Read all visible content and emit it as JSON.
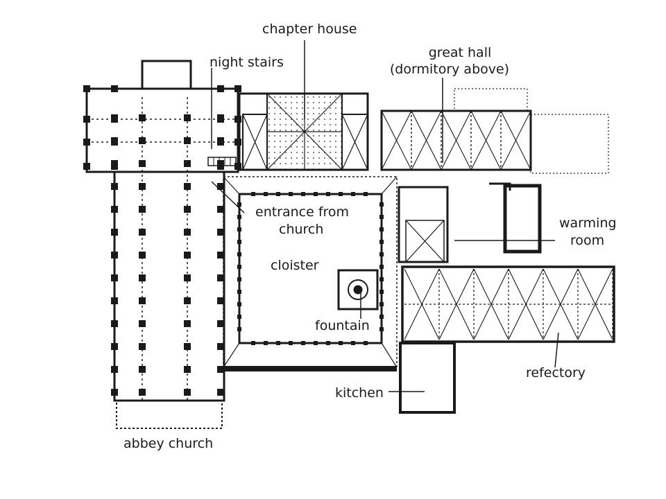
{
  "labels": {
    "chapter_house": "chapter house",
    "night_stairs": "night stairs",
    "great_hall_1": "great hall",
    "great_hall_2": "(dormitory above)",
    "entrance_1": "entrance from",
    "entrance_2": "church",
    "cloister": "cloister",
    "warming_1": "warming",
    "warming_2": "room",
    "fountain": "fountain",
    "refectory": "refectory",
    "kitchen": "kitchen",
    "abbey_church": "abbey church"
  },
  "colors": {
    "ink": "#1a1a1a",
    "paper": "#ffffff"
  }
}
